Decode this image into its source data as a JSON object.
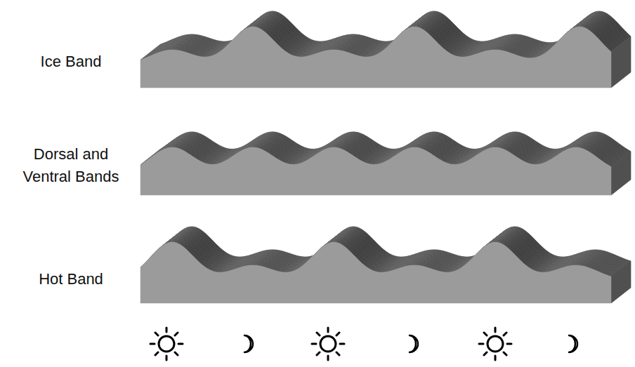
{
  "diagram": {
    "nodes": [
      {
        "text": [
          "Ice Band"
        ]
      },
      {
        "text": [
          "Dorsal and Ventral Bands"
        ]
      },
      {
        "text": [
          "Hot Band"
        ]
      }
    ]
  }
}
